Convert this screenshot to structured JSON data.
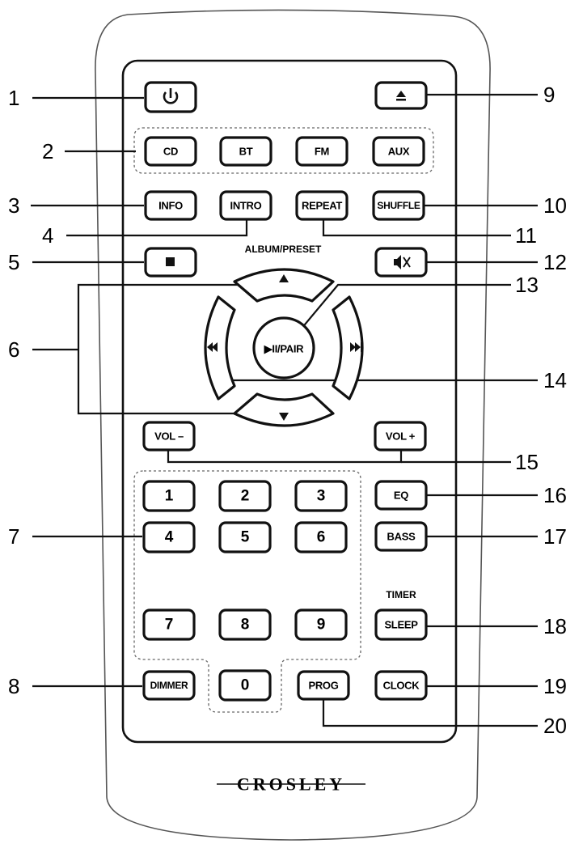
{
  "brand": "CROSLEY",
  "captions": {
    "album_preset": "ALBUM/PRESET",
    "timer": "TIMER"
  },
  "buttons": {
    "power": "",
    "eject": "",
    "cd": "CD",
    "bt": "BT",
    "fm": "FM",
    "aux": "AUX",
    "info": "INFO",
    "intro": "INTRO",
    "repeat": "REPEAT",
    "shuffle": "SHUFFLE",
    "stop": "",
    "mute": "",
    "play_pair": "▶II/PAIR",
    "prev": "I◀◀",
    "next": "▶▶I",
    "vol_minus": "VOL –",
    "vol_plus": "VOL +",
    "eq": "EQ",
    "bass": "BASS",
    "sleep": "SLEEP",
    "dimmer": "DIMMER",
    "prog": "PROG",
    "clock": "CLOCK",
    "digits": [
      "1",
      "2",
      "3",
      "4",
      "5",
      "6",
      "7",
      "8",
      "9",
      "0"
    ]
  },
  "callouts": {
    "c1": "1",
    "c2": "2",
    "c3": "3",
    "c4": "4",
    "c5": "5",
    "c6": "6",
    "c7": "7",
    "c8": "8",
    "c9": "9",
    "c10": "10",
    "c11": "11",
    "c12": "12",
    "c13": "13",
    "c14": "14",
    "c15": "15",
    "c16": "16",
    "c17": "17",
    "c18": "18",
    "c19": "19",
    "c20": "20"
  }
}
